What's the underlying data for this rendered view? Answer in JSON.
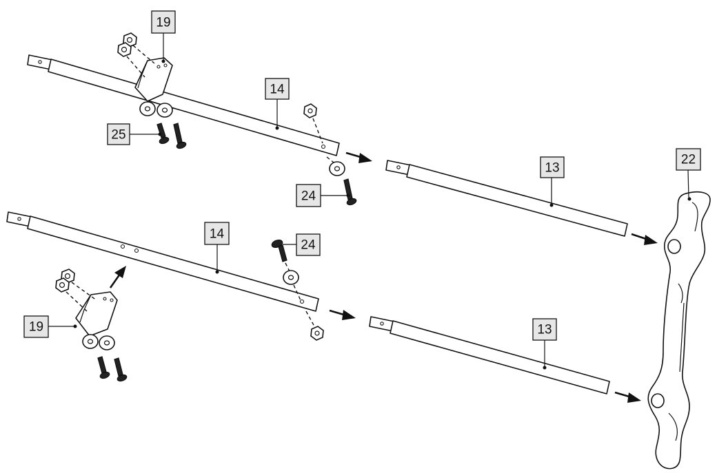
{
  "callouts": [
    {
      "label": "19"
    },
    {
      "label": "14"
    },
    {
      "label": "25"
    },
    {
      "label": "24"
    },
    {
      "label": "13"
    },
    {
      "label": "22"
    },
    {
      "label": "14"
    },
    {
      "label": "24"
    },
    {
      "label": "19"
    },
    {
      "label": "13"
    }
  ]
}
